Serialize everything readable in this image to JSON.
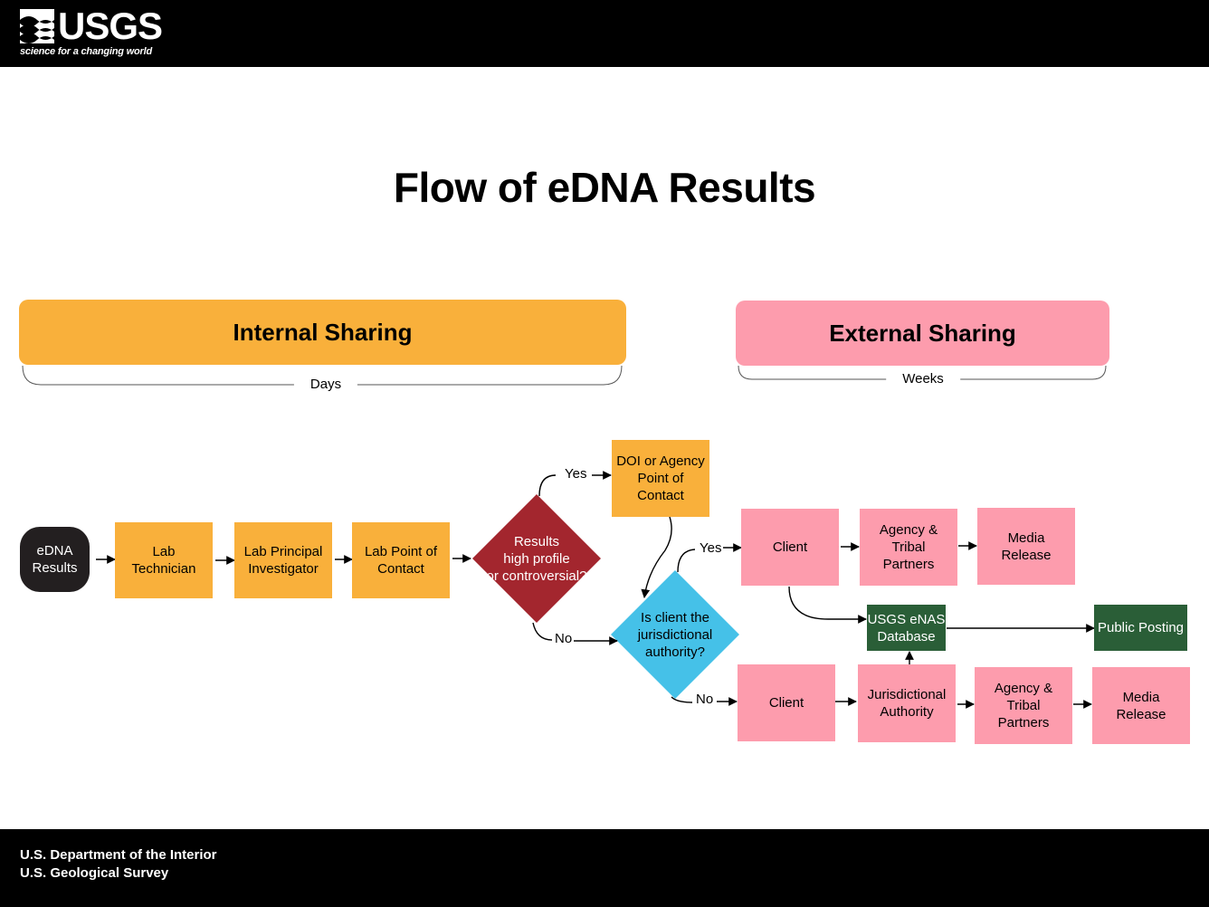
{
  "header": {
    "logo_text": "USGS",
    "logo_tagline": "science for a changing world"
  },
  "title": "Flow of eDNA Results",
  "sections": {
    "internal": {
      "label": "Internal Sharing",
      "span": "Days"
    },
    "external": {
      "label": "External Sharing",
      "span": "Weeks"
    }
  },
  "nodes": {
    "edna": "eDNA\nResults",
    "lab_tech": "Lab\nTechnician",
    "lab_pi": "Lab Principal\nInvestigator",
    "lab_poc": "Lab Point of\nContact",
    "decision_profile": "Results\nhigh profile\nor controversial?",
    "doi_poc": "DOI or Agency\nPoint of\nContact",
    "decision_client": "Is client the\njurisdictional\nauthority?",
    "client_yes": "Client",
    "agency_tribal_yes": "Agency &\nTribal\nPartners",
    "media_yes": "Media\nRelease",
    "enas": "USGS eNAS\nDatabase",
    "public_posting": "Public Posting",
    "client_no": "Client",
    "jurisdictional": "Jurisdictional\nAuthority",
    "agency_tribal_no": "Agency &\nTribal\nPartners",
    "media_no": "Media\nRelease"
  },
  "edge_labels": {
    "profile_yes": "Yes",
    "profile_no": "No",
    "client_yes": "Yes",
    "client_no": "No"
  },
  "colors": {
    "internal": "#f9b03b",
    "external": "#fd9cad",
    "decision_profile": "#a3262e",
    "decision_client": "#45c1e8",
    "database": "#2a5e37",
    "start": "#231f20"
  },
  "footer": {
    "line1": "U.S. Department of the Interior",
    "line2": "U.S. Geological Survey"
  }
}
